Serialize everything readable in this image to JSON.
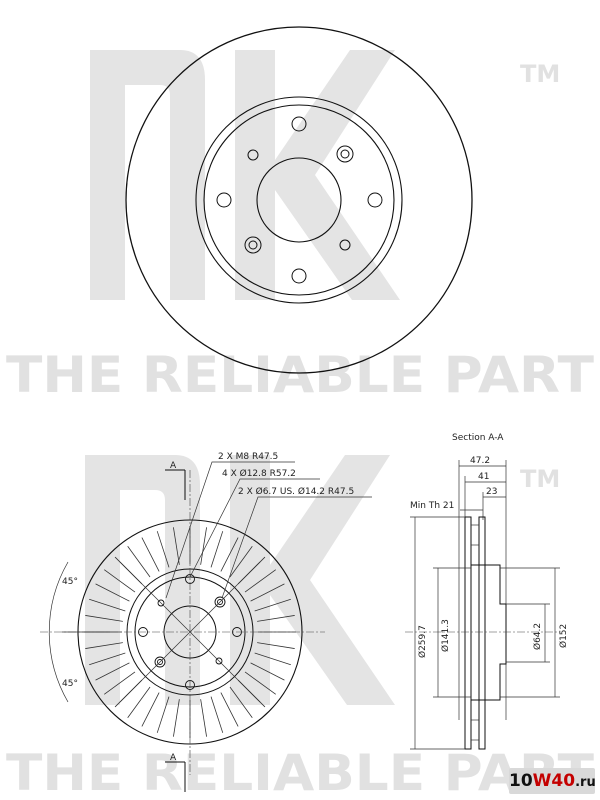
{
  "watermark": {
    "logo": "nk",
    "trademark": "TM",
    "slogan": "THE RELIABLE PART"
  },
  "section_view": {
    "title": "Section A-A",
    "dims": {
      "width_total": "47.2",
      "width_mid": "41",
      "width_hub": "23",
      "min_thickness": "Min Th 21",
      "outer_diameter": "Ø259.7",
      "inner_diameter": "Ø141.3",
      "bore": "Ø64.2",
      "hub_diameter": "Ø152"
    }
  },
  "front_view": {
    "callouts": [
      "2 X M8 R47.5",
      "4 X Ø12.8 R57.2",
      "2 X Ø6.7 US. Ø14.2 R47.5"
    ],
    "angle_top": "45°",
    "angle_bottom": "45°",
    "section_mark": "A"
  },
  "badge": {
    "part1": "10",
    "part2": "W40",
    "part3": ".ru"
  }
}
